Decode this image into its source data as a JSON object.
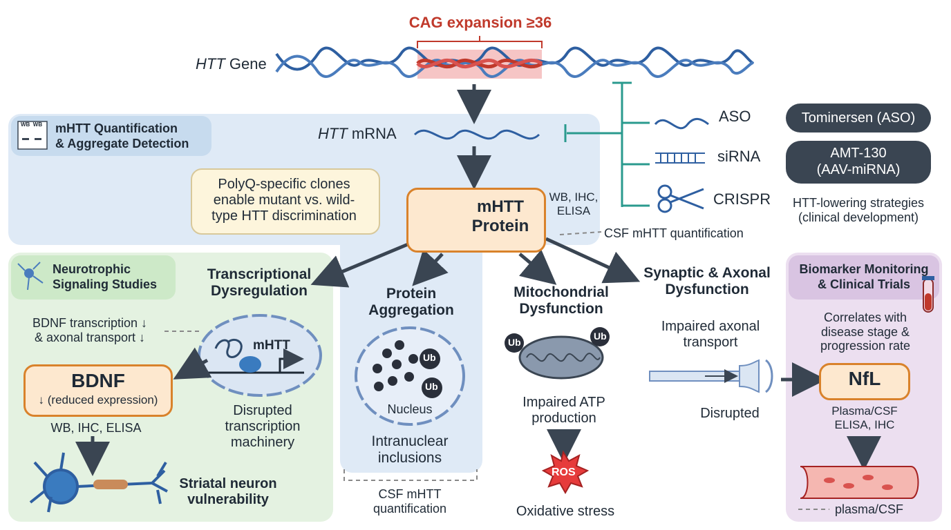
{
  "gene": {
    "italic": "HTT",
    "rest": " Gene",
    "cag_label": "CAG expansion ≥36"
  },
  "mrna": {
    "italic": "HTT",
    "rest": " mRNA"
  },
  "quant_panel": {
    "title": "mHTT Quantification\n& Aggregate Detection",
    "wb": "WB  WB"
  },
  "callout": "PolyQ-specific clones\nenable mutant vs. wild-\ntype HTT discrimination",
  "protein": {
    "label": "mHTT\nProtein",
    "methods": "WB, IHC,\nELISA",
    "csf": "CSF mHTT quantification"
  },
  "lowering": {
    "aso": "ASO",
    "sirna": "siRNA",
    "crispr": "CRISPR",
    "drug1": "Tominersen (ASO)",
    "drug2": "AMT-130\n(AAV-miRNA)",
    "caption": "HTT-lowering strategies\n(clinical development)"
  },
  "neuro_panel": {
    "title": "Neurotrophic\nSignaling Studies",
    "bdnf_note": "BDNF transcription ↓\n& axonal transport ↓",
    "bdnf": "BDNF",
    "bdnf_sub": "↓ (reduced expression)",
    "bdnf_methods": "WB, IHC, ELISA",
    "vulnerability": "Striatal neuron\nvulnerability"
  },
  "transcription": {
    "title": "Transcriptional\nDysregulation",
    "mhtt": "mHTT",
    "caption": "Disrupted\ntranscription\nmachinery"
  },
  "aggregation": {
    "title": "Protein\nAggregation",
    "ub": "Ub",
    "nucleus": "Nucleus",
    "caption": "Intranuclear\ninclusions",
    "csf": "CSF mHTT\nquantification"
  },
  "mito": {
    "title": "Mitochondrial\nDysfunction",
    "ub": "Ub",
    "caption": "Impaired ATP\nproduction",
    "ros": "ROS",
    "stress": "Oxidative stress"
  },
  "synaptic": {
    "title": "Synaptic & Axonal\nDysfunction",
    "caption": "Impaired axonal\ntransport",
    "disrupted": "Disrupted"
  },
  "biomarker": {
    "title": "Biomarker Monitoring\n& Clinical Trials",
    "correlates": "Correlates with\ndisease stage &\nprogression rate",
    "nfl": "NfL",
    "nfl_methods": "Plasma/CSF\nELISA, IHC",
    "plasma": "plasma/CSF"
  },
  "colors": {
    "accent_red": "#c0392b",
    "teal": "#2a9a8e",
    "dark": "#3a4552",
    "orange": "#d9822b"
  }
}
